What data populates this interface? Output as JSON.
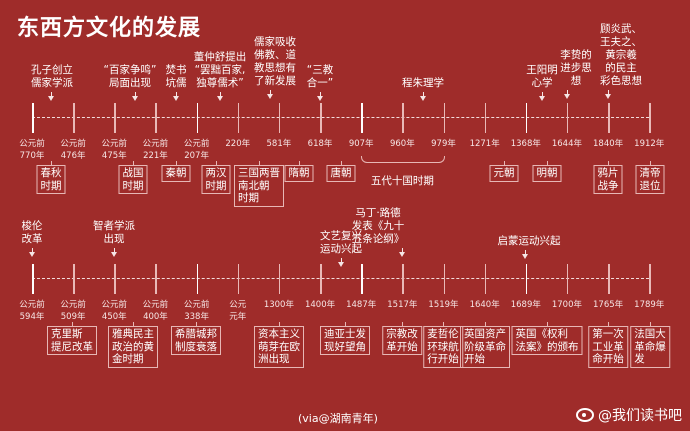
{
  "title": "东西方文化的发展",
  "rows": [
    {
      "ticks": [
        "公元前\n770年",
        "公元前\n476年",
        "公元前\n475年",
        "公元前\n221年",
        "公元前\n207年",
        "220年",
        "581年",
        "618年",
        "907年",
        "960年",
        "979年",
        "1271年",
        "1368年",
        "1644年",
        "1840年",
        "1912年"
      ],
      "annotations": [
        "孔子创立\n儒家学派",
        "“百家争鸣”\n局面出现",
        "焚书\n坑儒",
        "董仲舒提出\n“罢黜百家,\n独尊儒术”",
        "儒家吸收\n佛教、道\n教思想有\n了新发展",
        "“三教\n合一”",
        "程朱理学",
        "王阳明\n心学",
        "李贽的\n进步思\n想",
        "顾炎武、\n王夫之、\n黄宗羲\n的民主\n彩色思想"
      ],
      "boxes": [
        "春秋\n时期",
        "战国\n时期",
        "秦朝",
        "两汉\n时期",
        "三国两晋\n南北朝\n时期",
        "隋朝",
        "唐朝",
        "元朝",
        "明朝",
        "鸦片\n战争",
        "清帝\n退位"
      ],
      "period_label": "五代十国时期"
    },
    {
      "ticks": [
        "公元前\n594年",
        "公元前\n509年",
        "公元前\n450年",
        "公元前\n400年",
        "公元前\n338年",
        "公元\n元年",
        "1300年",
        "1400年",
        "1487年",
        "1517年",
        "1519年",
        "1640年",
        "1689年",
        "1700年",
        "1765年",
        "1789年"
      ],
      "annotations": [
        "梭伦\n改革",
        "智者学派\n出现",
        "文艺复兴\n运动兴起",
        "马丁·路德\n发表《九十\n五条论纲》",
        "启蒙运动兴起"
      ],
      "boxes": [
        "克里斯\n提尼改革",
        "雅典民主\n政治的黄\n金时期",
        "希腊城邦\n制度衰落",
        "资本主义\n萌芽在欧\n洲出现",
        "迪亚士发\n现好望角",
        "宗教改\n革开始",
        "麦哲伦\n环球航\n行开始",
        "英国资产\n阶级革命\n开始",
        "英国《权利\n法案》的颁布",
        "第一次\n工业革\n命开始",
        "法国大\n革命爆\n发"
      ]
    }
  ],
  "footer": {
    "source": "(via@湖南青年)",
    "weibo": "@我们读书吧"
  }
}
